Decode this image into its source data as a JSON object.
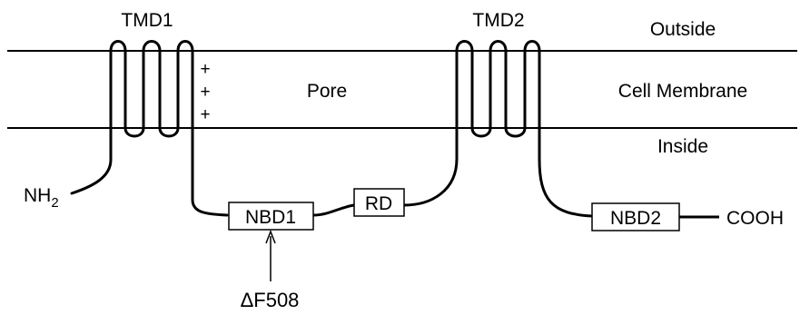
{
  "labels": {
    "tmd1": "TMD1",
    "tmd2": "TMD2",
    "outside": "Outside",
    "cell_membrane": "Cell Membrane",
    "inside": "Inside",
    "pore": "Pore",
    "plus_signs": [
      "+",
      "+",
      "+"
    ],
    "nh2_base": "NH",
    "nh2_sub": "2",
    "nbd1": "NBD1",
    "rd": "RD",
    "nbd2": "NBD2",
    "cooh": "COOH",
    "mutation": "ΔF508"
  }
}
